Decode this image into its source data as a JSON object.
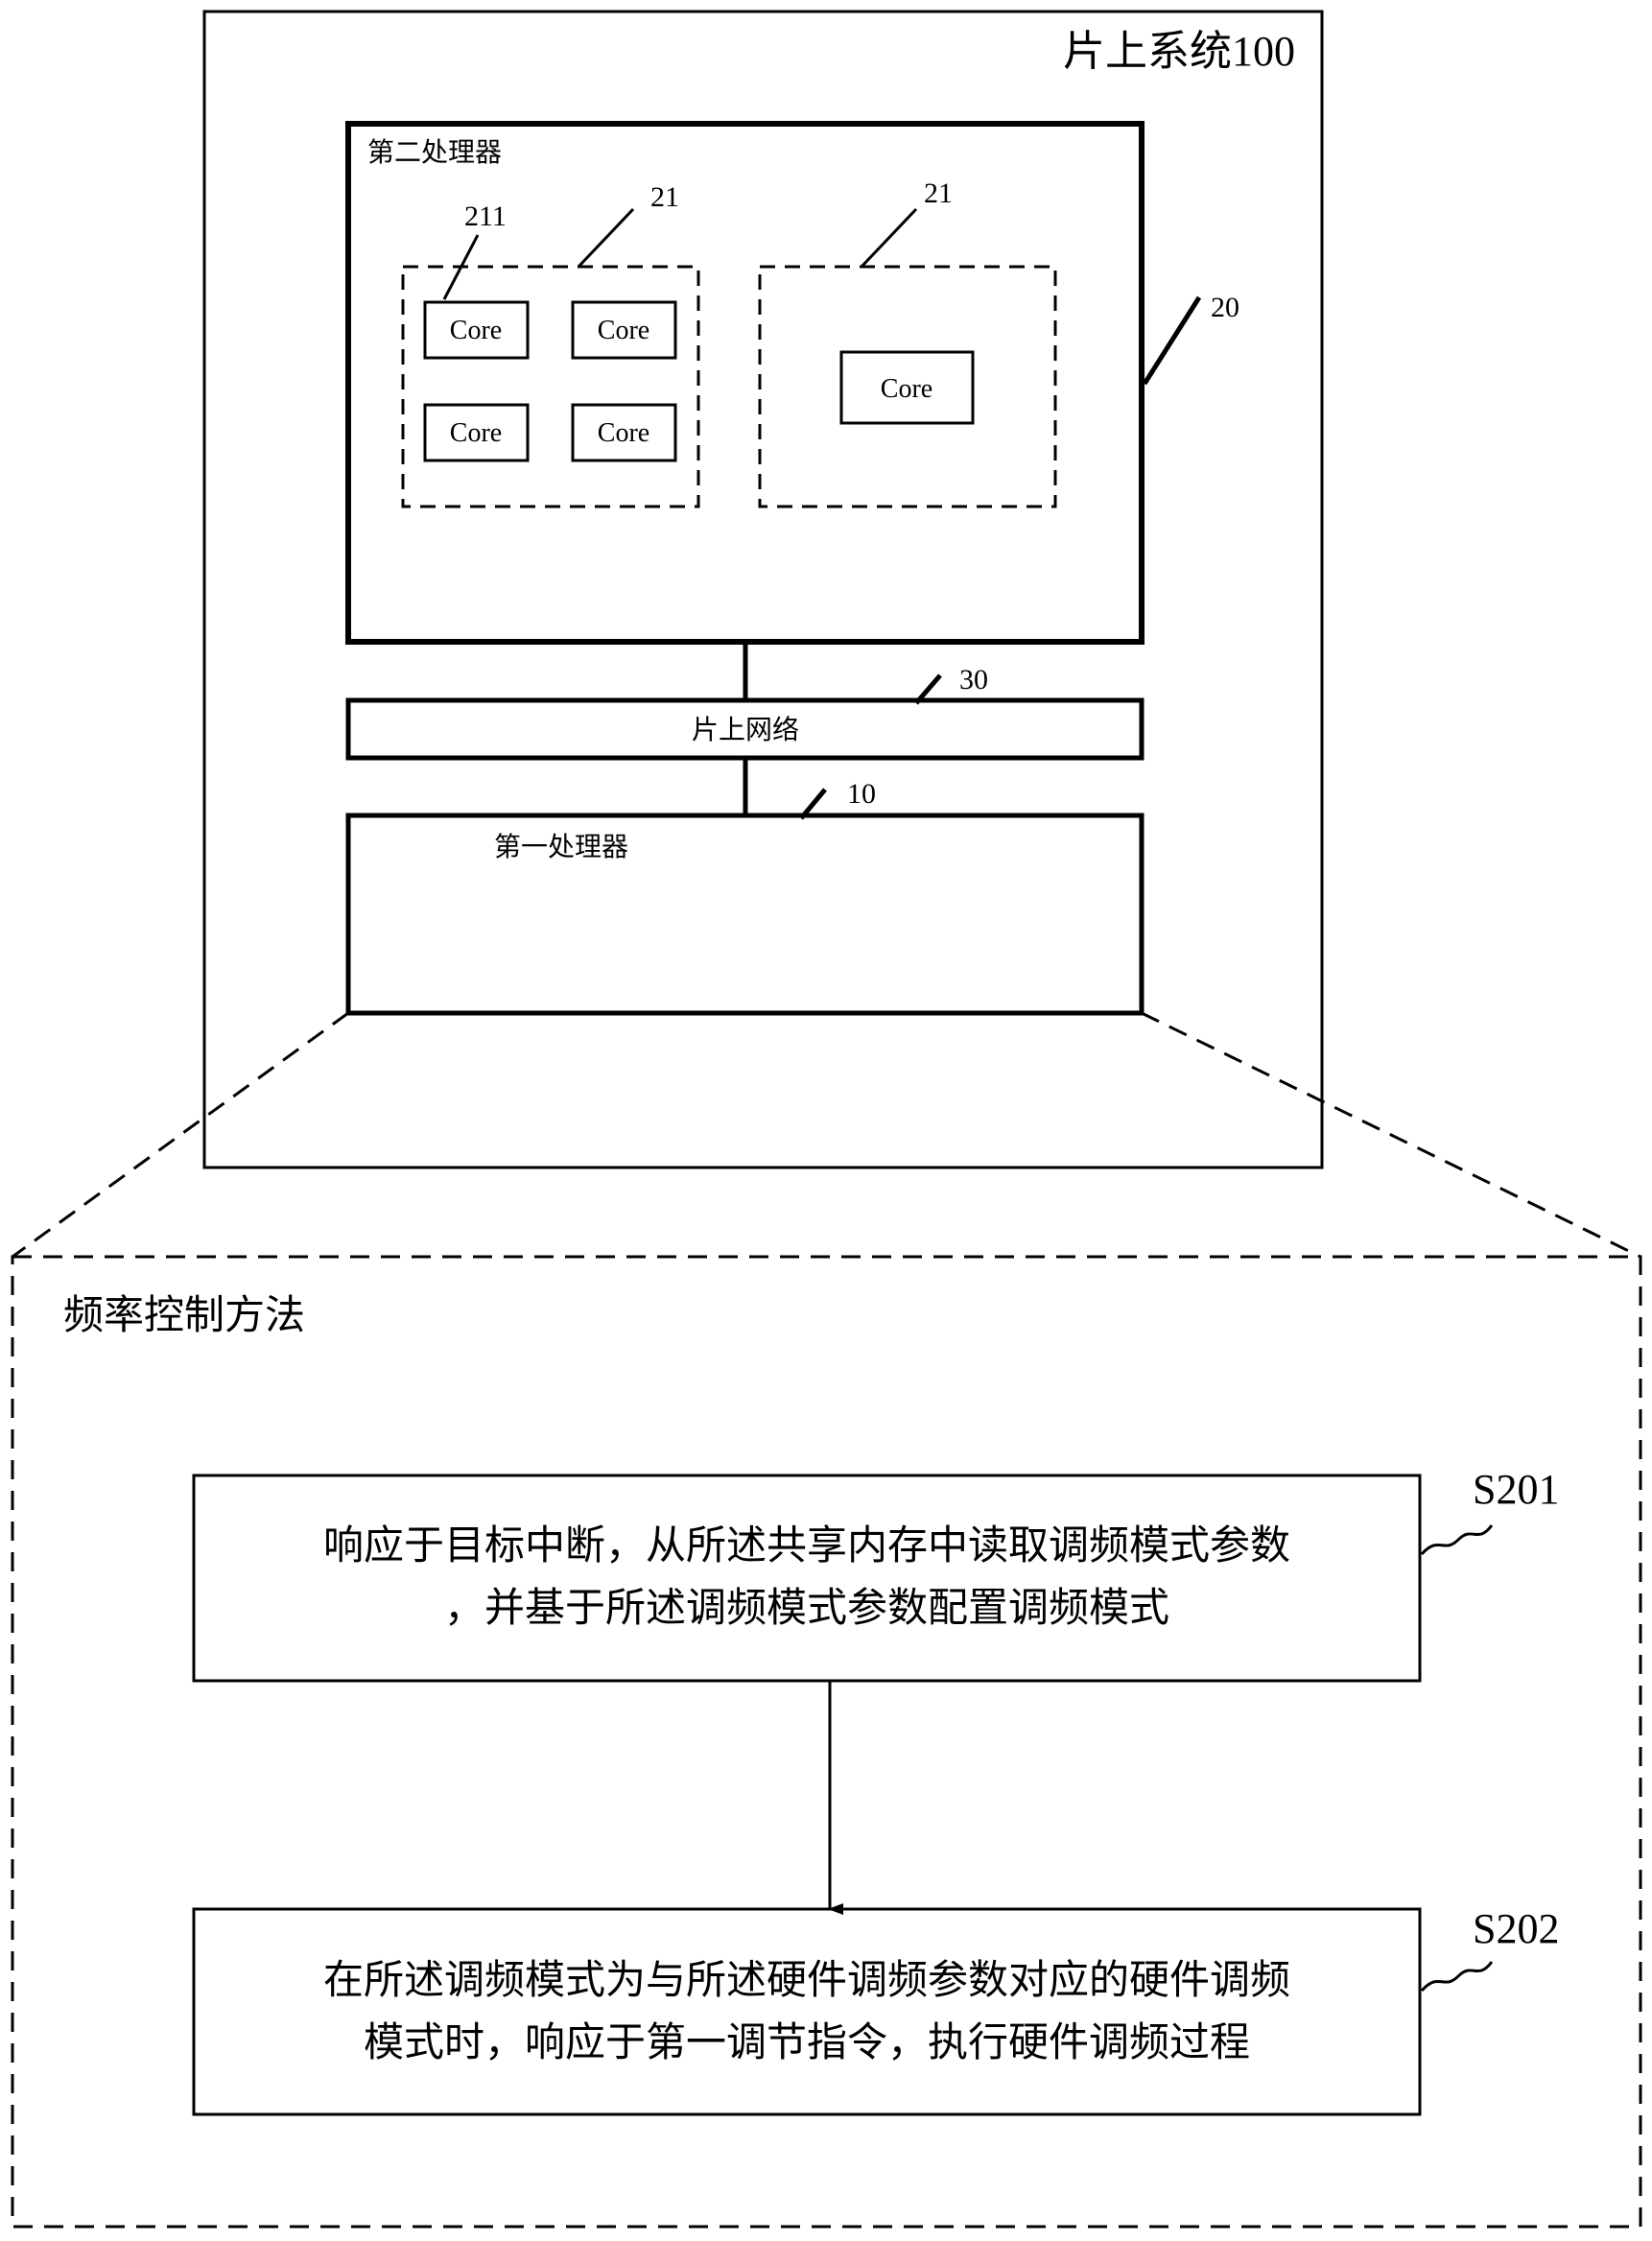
{
  "soc": {
    "label": "片上系统100"
  },
  "second_processor": {
    "label": "第二处理器",
    "ref": "20",
    "cluster_ref_left": "21",
    "cluster_ref_right": "21",
    "core_ref": "211",
    "cores": [
      "Core",
      "Core",
      "Core",
      "Core"
    ],
    "big_core": "Core"
  },
  "noc": {
    "label": "片上网络",
    "ref": "30"
  },
  "first_processor": {
    "label": "第一处理器",
    "ref": "10"
  },
  "method": {
    "title": "频率控制方法",
    "steps": [
      {
        "id": "S201",
        "line1": "响应于目标中断，从所述共享内存中读取调频模式参数",
        "line2": "，并基于所述调频模式参数配置调频模式"
      },
      {
        "id": "S202",
        "line1": "在所述调频模式为与所述硬件调频参数对应的硬件调频",
        "line2": "模式时，响应于第一调节指令，执行硬件调频过程"
      }
    ]
  }
}
